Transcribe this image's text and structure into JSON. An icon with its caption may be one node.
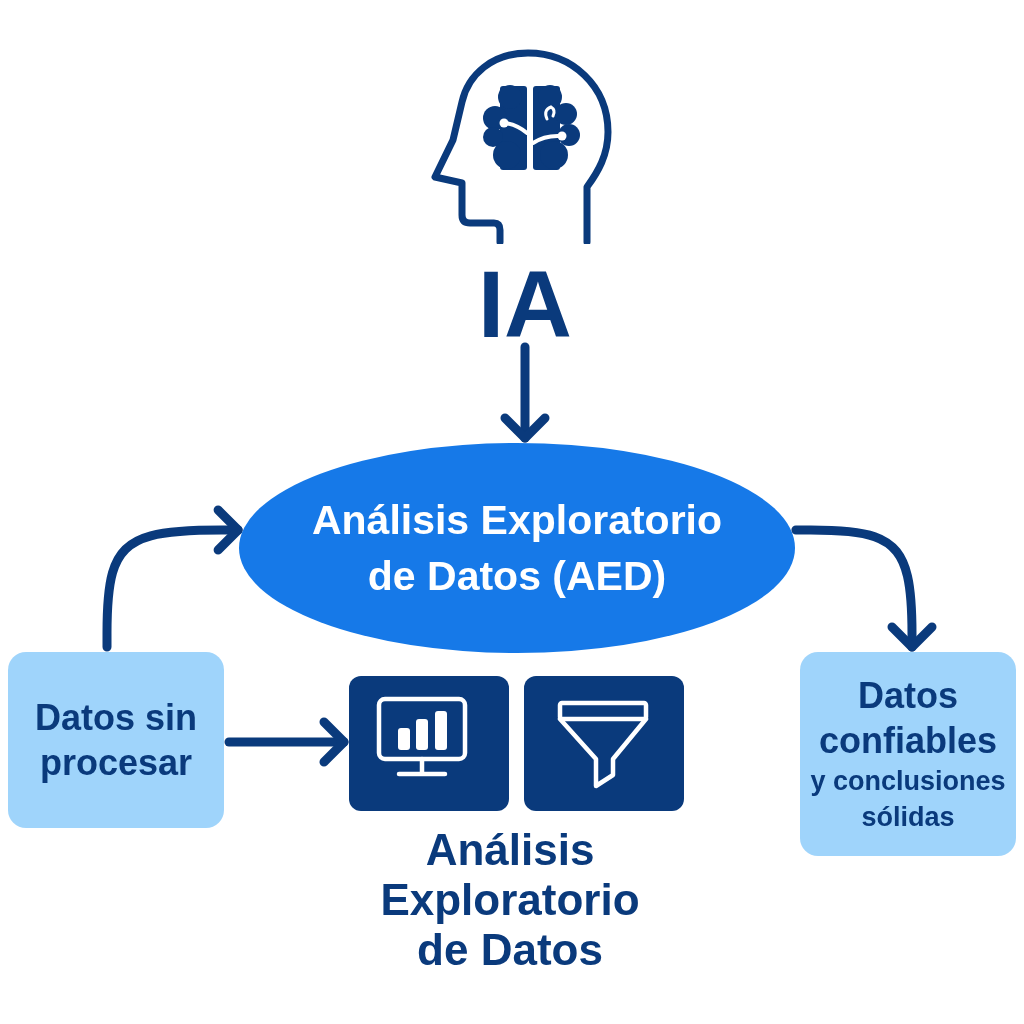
{
  "diagram": {
    "nodes": [
      {
        "text": [
          "IA"
        ]
      },
      {
        "text": [
          "Análisis Exploratorio de Datos (AED)"
        ]
      },
      {
        "text": [
          "Datos sin procesar"
        ]
      },
      {
        "text": [],
        "shape": "picture"
      },
      {
        "text": [],
        "shape": "picture"
      },
      {
        "text": [
          "Datos confiables",
          "y conclusiones sólidas"
        ]
      }
    ],
    "edges": [
      {
        "from": 0,
        "to": 1,
        "arrow": "to"
      },
      {
        "from": 2,
        "to": 1,
        "arrow": "to"
      },
      {
        "from": 2,
        "to": 3,
        "arrow": "to"
      },
      {
        "from": 1,
        "to": 5,
        "arrow": "to"
      }
    ],
    "labels": [
      "Análisis Exploratorio de Datos"
    ]
  }
}
